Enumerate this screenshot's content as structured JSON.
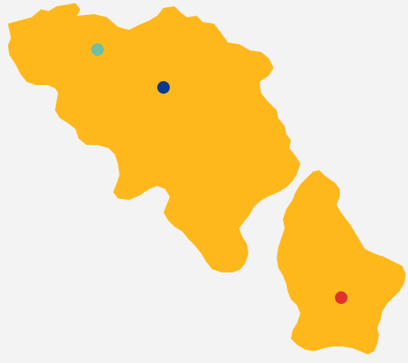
{
  "map": {
    "background_color": "#f3f3f3",
    "land_color": "#ffb81c",
    "regions": [
      {
        "name": "belgium-region"
      },
      {
        "name": "luxembourg-region"
      }
    ],
    "markers": [
      {
        "name": "marker-teal",
        "color": "#6fbfa6"
      },
      {
        "name": "marker-navy",
        "color": "#0a3a8c"
      },
      {
        "name": "marker-red",
        "color": "#e0312a"
      }
    ]
  }
}
